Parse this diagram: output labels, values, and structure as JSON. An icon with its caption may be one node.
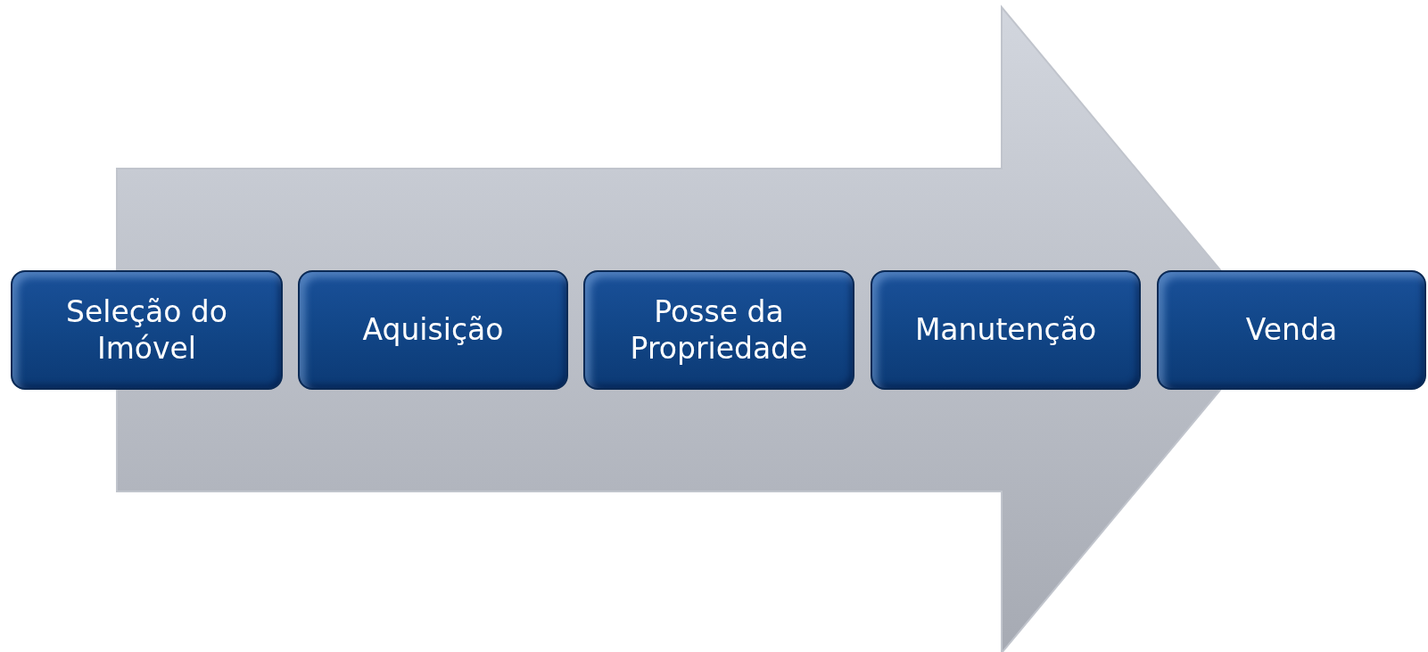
{
  "diagram": {
    "nodes": [
      {
        "text": [
          "Seleção do Imóvel"
        ]
      },
      {
        "text": [
          "Aquisição"
        ]
      },
      {
        "text": [
          "Posse da Propriedade"
        ]
      },
      {
        "text": [
          "Manutenção"
        ]
      },
      {
        "text": [
          "Venda"
        ]
      }
    ],
    "edges": [
      {
        "from": 0,
        "to": 4,
        "arrow": "to",
        "style": "thick"
      }
    ]
  }
}
